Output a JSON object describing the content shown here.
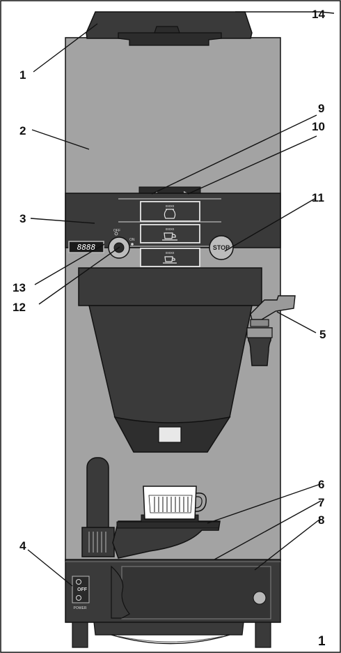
{
  "callouts": [
    {
      "id": "1",
      "label": "1"
    },
    {
      "id": "2",
      "label": "2"
    },
    {
      "id": "3",
      "label": "3"
    },
    {
      "id": "4",
      "label": "4"
    },
    {
      "id": "5",
      "label": "5"
    },
    {
      "id": "6",
      "label": "6"
    },
    {
      "id": "7",
      "label": "7"
    },
    {
      "id": "8",
      "label": "8"
    },
    {
      "id": "9",
      "label": "9"
    },
    {
      "id": "10",
      "label": "10"
    },
    {
      "id": "11",
      "label": "11"
    },
    {
      "id": "12",
      "label": "12"
    },
    {
      "id": "13",
      "label": "13"
    },
    {
      "id": "14",
      "label": "14"
    }
  ],
  "page_marker": "1",
  "panel": {
    "display_text": "8888",
    "switch_off": "OFF",
    "switch_on": "ON",
    "stop_label": "STOP",
    "button_caption": "xxxxx"
  },
  "power": {
    "off_label": "OFF",
    "power_label": "POWER"
  },
  "colors": {
    "housing": "#a3a3a3",
    "dark_parts": "#3a3a3a",
    "outline": "#111111",
    "background": "#ffffff"
  }
}
